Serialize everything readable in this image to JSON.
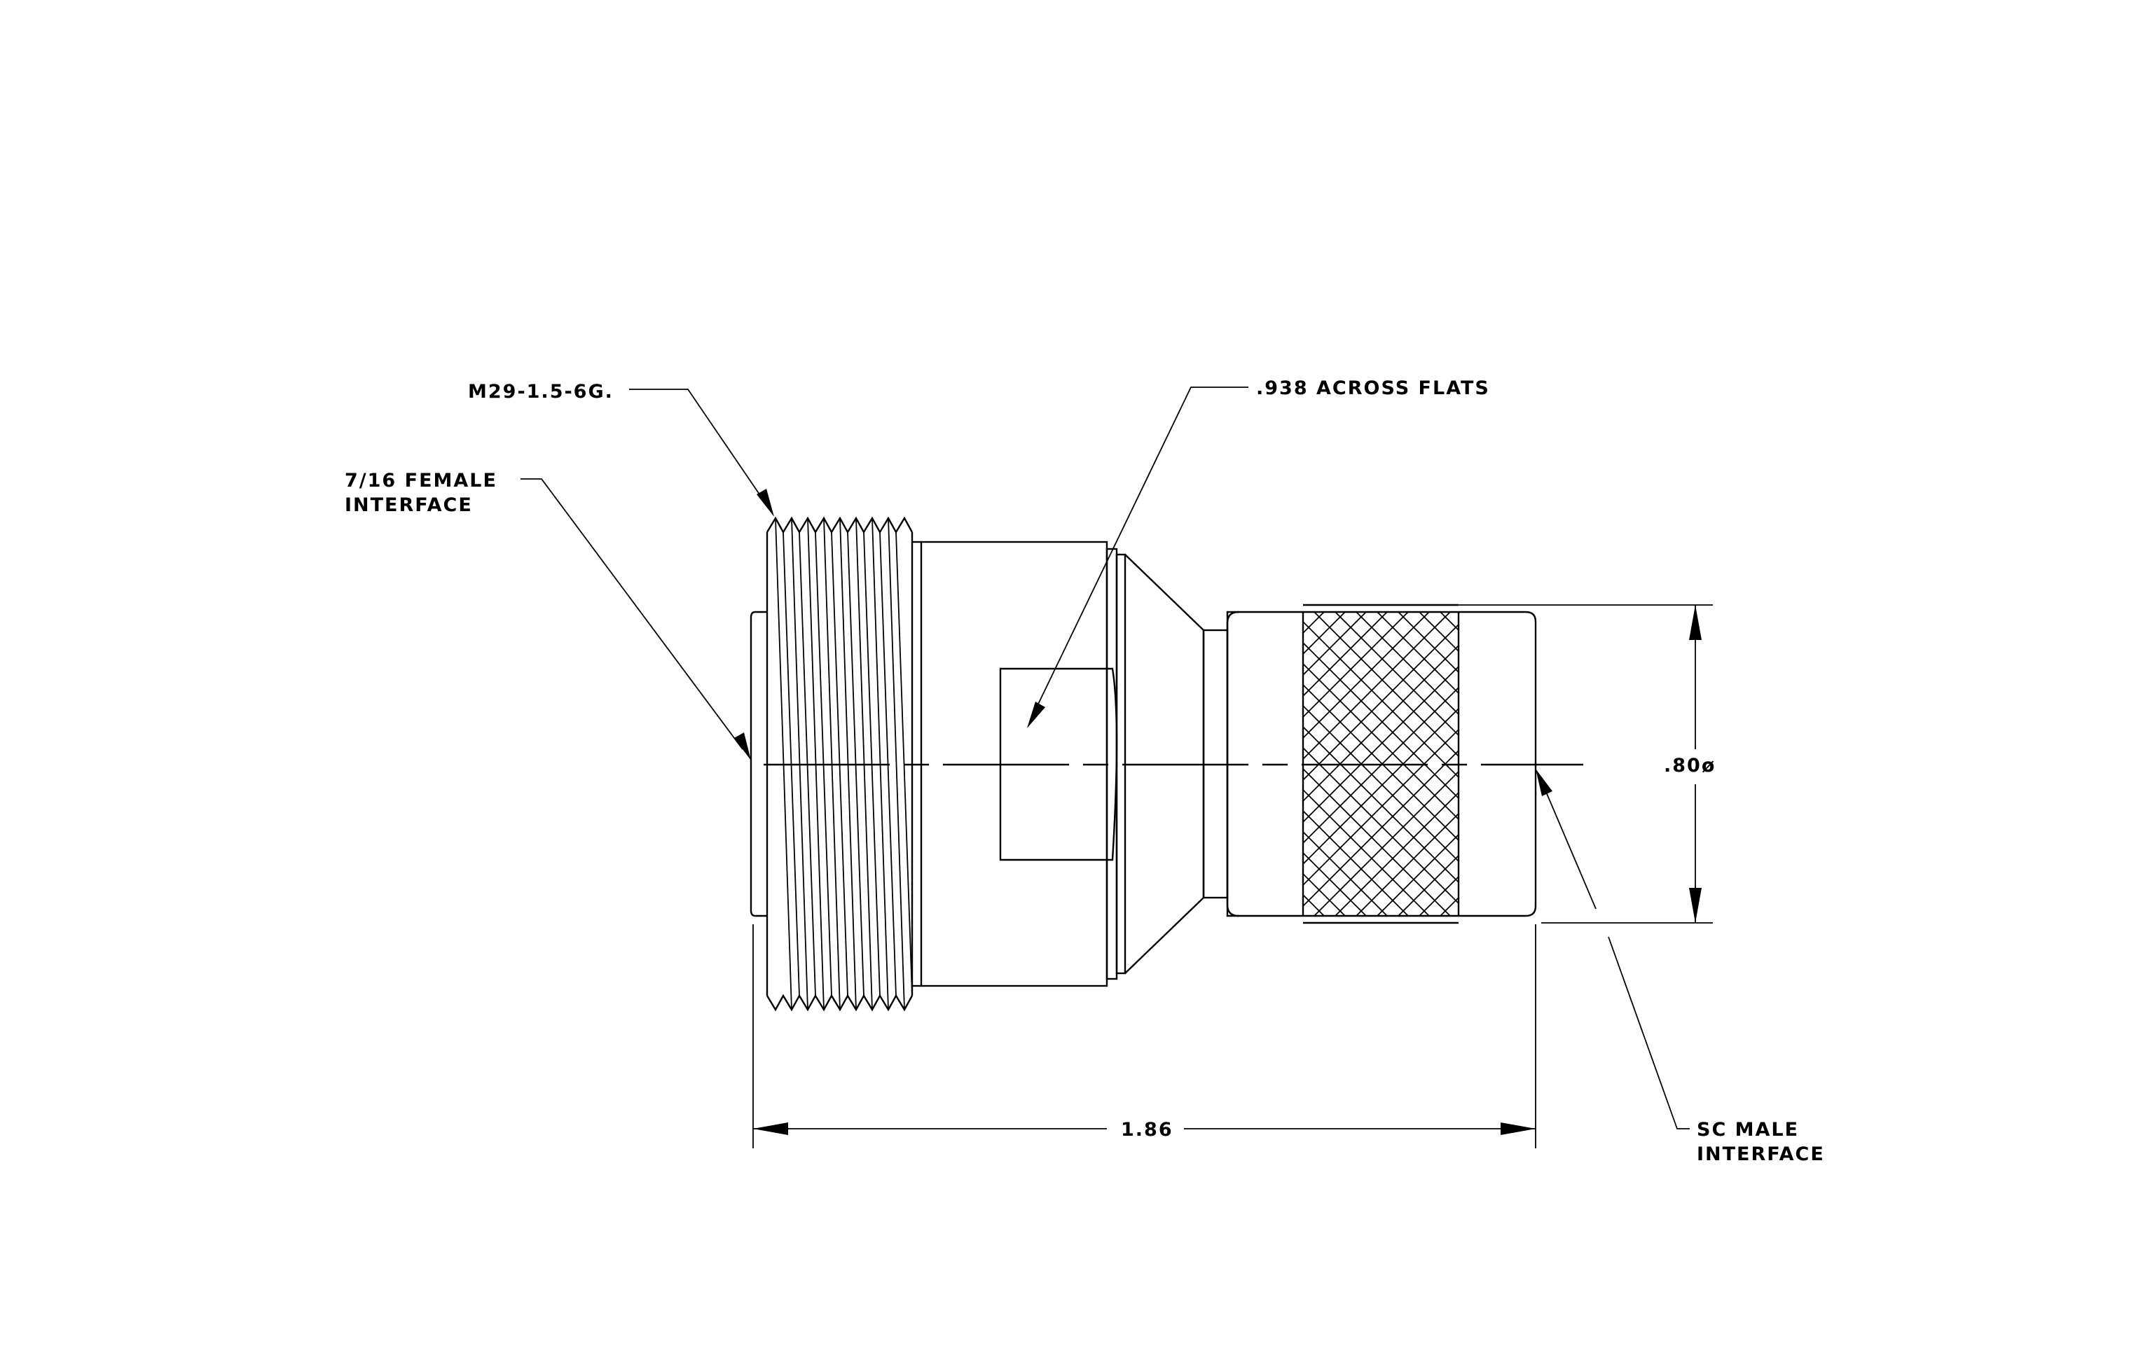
{
  "callouts": {
    "thread": "M29-1.5-6G.",
    "female_line1": "7/16 FEMALE",
    "female_line2": "INTERFACE",
    "flats": ".938 ACROSS FLATS",
    "sc_line1": "SC MALE",
    "sc_line2": "INTERFACE"
  },
  "dimensions": {
    "length": "1.86",
    "diameter": ".80ø"
  },
  "colors": {
    "line": "#000000",
    "background": "#ffffff"
  }
}
